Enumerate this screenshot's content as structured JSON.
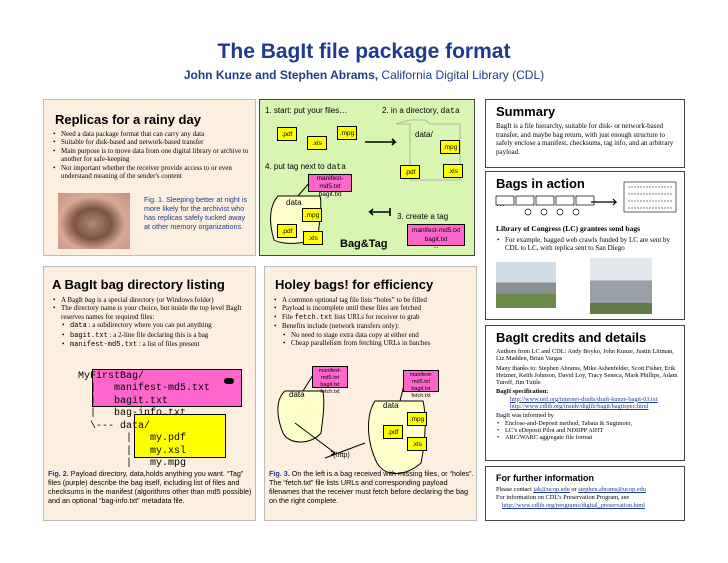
{
  "title": "The BagIt file package format",
  "authors": {
    "names": "John Kunze and Stephen Abrams,",
    "org": " California Digital Library (CDL)"
  },
  "replicas": {
    "heading": "Replicas for a rainy day",
    "bullets": [
      "Need a data package format that can carry any data",
      "Suitable for disk-based and network-based transfer",
      "Main purpose is to move data from one digital library or archive to another for safe-keeping",
      "Not important whether the receiver provide access to or even understand meaning of the sender's content"
    ],
    "fig_label": "Fig. 1.",
    "fig_text": " Sleeping better at night is more likely for the archivist who has replicas safely tucked away at other memory organizations."
  },
  "diagram": {
    "step1": "1. start: put your files…",
    "step2": "2. in a directory, ",
    "step2_code": "data",
    "step3": "3. create a tag",
    "step4": "4. put tag next to ",
    "step4_code": "data",
    "pdf": ".pdf",
    "xls": ".xls",
    "mpg": ".mpg",
    "data": "data",
    "data_dir": "data/",
    "manifest": "manifest-md5.txt",
    "bagit": "bagit.txt",
    "ellipsis": "...",
    "label": "Bag&Tag"
  },
  "summary": {
    "heading": "Summary",
    "text": "BagIt is a file hierarchy, suitable for disk- or network-based transfer, and maybe bag return, with just enough structure to safely enclose a manifest, checksums, tag info, and an arbitrary payload."
  },
  "action": {
    "heading": "Bags in action",
    "dots": "…",
    "sub": "Library of Congress (LC) grantees send bags",
    "bullet": "For example, bagged web crawls funded by LC are sent by CDL to LC, with replica sent to San Diego"
  },
  "listing": {
    "heading": "A BagIt bag directory listing",
    "b1a": "A BagIt ",
    "b1i": "bag",
    "b1b": " is a special directory (or Windows folder)",
    "b2": "The directory name is your choice, but inside the top level BagIt reserves names for required files:",
    "s1c": "data",
    "s1t": " : a subdirectory where you can put anything",
    "s2c": "bagit.txt",
    "s2t": " : a 2-line file declaring this is a bag",
    "s3c": "manifest-md5.txt",
    "s3t": " : a list of files present",
    "tree": [
      "MyFirstBag/",
      "|   manifest-md5.txt",
      "|   bagit.txt",
      "|   bag-info.txt",
      "\\--- data/",
      "      |   my.pdf",
      "      |   my.xsl",
      "      |   my.mpg"
    ],
    "fig_label": "Fig. 2.",
    "fig_text": " Payload directory, data,holds anything you want. “Tag” files (purple) describe the bag itself, including list of files and checksums in the manifest (algorithms other than md5 possible) and an optional “bag-info.txt” metadata file."
  },
  "holey": {
    "heading": "Holey bags! for efficiency",
    "b1": "A common optional tag file lists “holes” to be filled",
    "b2": "Payload is incomplete until these files are fetched",
    "b3a": "File ",
    "b3c": "fetch.txt",
    "b3b": " lists URLs for receiver to grab",
    "b4": "Benefits include (network transfers only):",
    "s1": "No need to stage extra data copy at either end",
    "s2": "Cheap parallelism from fetching URLs in batches",
    "manifest": "manifest-md5.txt",
    "bagit": "bagit.txt",
    "fetch": "fetch.txt",
    "data": "data",
    "pdf": ".pdf",
    "xls": ".xls",
    "mpg": ".mpg",
    "http": "(http)",
    "fig_label": "Fig. 3.",
    "fig_text": " On the left is a bag received with missing files, or “holes”.  The “fetch.txt” file lists URLs and corresponding payload filenames that the receiver must fetch before declaring the bag on the right complete."
  },
  "credits": {
    "heading": "BagIt credits and details",
    "p1": "Authors from LC and CDL: Andy Boyko, John Kunze, Justin Littman, Liz Madden, Brian Vargas",
    "p2": "Many thanks to: Stephen Abrams, Mike Ashenfelder, Scott Fisher, Erik Hetzner, Keith Johnson, David Loy, Tracy Seneca, Mark Phillips, Adam Turoff, Jim Tuttle",
    "spec": "BagIt specification:",
    "url1": "http://www.ietf.org/internet-drafts/draft-kunze-bagit-03.txt",
    "url2": "http://www.cdlib.org/inside/diglib/bagit/bagitspec.html",
    "informed": "BagIt was informed by",
    "i1": "Enclose-and-Deposit method, Tabata & Sugimoto,",
    "i2": "LC’s eDeposit Pilot and NDIIPP AIHT",
    "i3": "ARC/WARC aggregate file format"
  },
  "further": {
    "heading": "For further information",
    "l1a": "Please contact ",
    "e1": "jak@ucop.edu",
    "or": " or ",
    "e2": "stephen.abrams@ucop.edu",
    "l2": "For information on CDL’s Preservation Program, see",
    "url": "http://www.cdlib.org/programs/digital_preservation.html"
  },
  "colors": {
    "title": "#1f3a8f",
    "panel": "#fcefe0",
    "green": "#d8f5b2",
    "tag": "#ff66cc",
    "file": "#ffff00"
  }
}
